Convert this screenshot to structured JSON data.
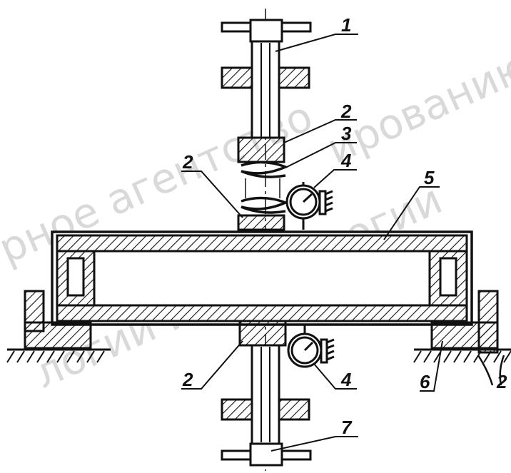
{
  "diagram": {
    "callouts": [
      {
        "id": "c1",
        "text": "1"
      },
      {
        "id": "c2a",
        "text": "2"
      },
      {
        "id": "c3",
        "text": "3"
      },
      {
        "id": "c2b",
        "text": "2"
      },
      {
        "id": "c4a",
        "text": "4"
      },
      {
        "id": "c5",
        "text": "5"
      },
      {
        "id": "c2c",
        "text": "2"
      },
      {
        "id": "c4b",
        "text": "4"
      },
      {
        "id": "c6",
        "text": "6"
      },
      {
        "id": "c2d",
        "text": "2"
      },
      {
        "id": "c7",
        "text": "7"
      }
    ],
    "watermark": {
      "line1": "рное агентство",
      "line2": "логии и метрологии",
      "line3": "ированию"
    }
  },
  "colors": {
    "ink": "#111111",
    "watermark": "#d9d9d9",
    "background": "#ffffff"
  }
}
